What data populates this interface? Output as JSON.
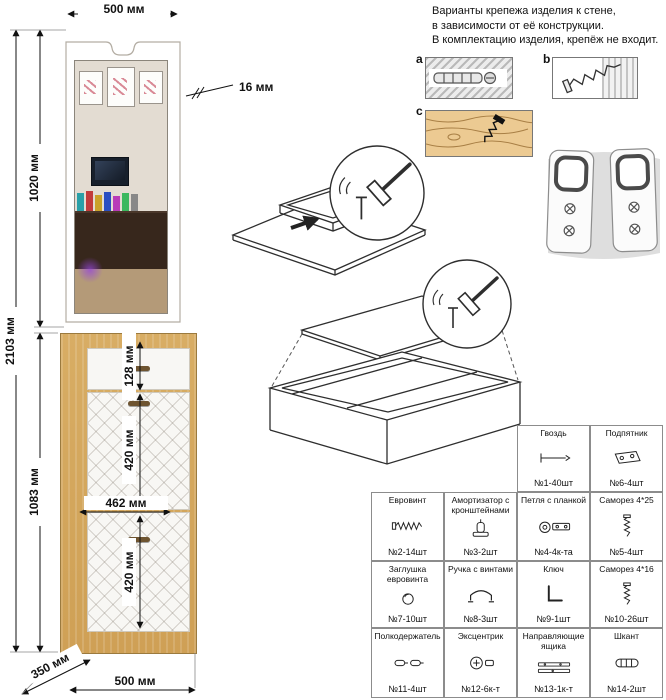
{
  "note": {
    "line1": "Варианты крепежа изделия к стене,",
    "line2": "в зависимости от её конструкции.",
    "line3": "В комплектацию изделия, крепёж не входит."
  },
  "fasteners": {
    "a": "a",
    "b": "b",
    "c": "c"
  },
  "dims": {
    "top_width": "500 мм",
    "panel_thickness": "16 мм",
    "mirror_height": "1020 мм",
    "total_height": "2103 мм",
    "cabinet_height": "1083 мм",
    "top_drawer_height": "128 мм",
    "upper_flap_height": "420 мм",
    "inner_width": "462 мм",
    "lower_flap_height": "420 мм",
    "depth": "350 мм",
    "bottom_width": "500 мм"
  },
  "parts": {
    "rows": [
      [
        {
          "name": "Гвоздь",
          "count": "№1-40шт",
          "icon": "nail"
        },
        {
          "name": "Подпятник",
          "count": "№6-4шт",
          "icon": "footpad"
        }
      ],
      [
        {
          "name": "Евровинт",
          "count": "№2-14шт",
          "icon": "euroscrew"
        },
        {
          "name": "Амортизатор с кронштейнами",
          "count": "№3-2шт",
          "icon": "damper"
        },
        {
          "name": "Петля с планкой",
          "count": "№4-4к-та",
          "icon": "hinge"
        },
        {
          "name": "Саморез 4*25",
          "count": "№5-4шт",
          "icon": "screw"
        }
      ],
      [
        {
          "name": "Заглушка евровинта",
          "count": "№7-10шт",
          "icon": "cap"
        },
        {
          "name": "Ручка с винтами",
          "count": "№8-3шт",
          "icon": "handle"
        },
        {
          "name": "Ключ",
          "count": "№9-1шт",
          "icon": "key"
        },
        {
          "name": "Саморез 4*16",
          "count": "№10-26шт",
          "icon": "screw"
        }
      ],
      [
        {
          "name": "Полкодержатель",
          "count": "№11-4шт",
          "icon": "shelfpin"
        },
        {
          "name": "Эксцентрик",
          "count": "№12-6к-т",
          "icon": "cam"
        },
        {
          "name": "Направляющие ящика",
          "count": "№13-1к-т",
          "icon": "slides"
        },
        {
          "name": "Шкант",
          "count": "№14-2шт",
          "icon": "dowel"
        }
      ]
    ]
  },
  "colors": {
    "wood": "#d2a85e",
    "panel_white": "#f8f7f4",
    "line": "#111111",
    "table_border": "#8c8c8c"
  }
}
